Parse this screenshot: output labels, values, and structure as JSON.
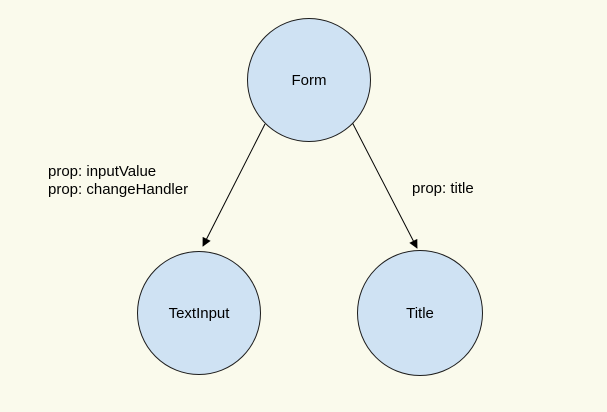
{
  "diagram": {
    "background_color": "#FAFAEC",
    "node_fill_color": "#CFE2F3",
    "node_border_color": "#1C1C1C",
    "edge_color": "#000000",
    "nodes": [
      {
        "id": "form",
        "label": "Form"
      },
      {
        "id": "textinput",
        "label": "TextInput"
      },
      {
        "id": "title",
        "label": "Title"
      }
    ],
    "edges": [
      {
        "from": "Form",
        "to": "TextInput",
        "labels": [
          "prop: inputValue",
          "prop: changeHandler"
        ]
      },
      {
        "from": "Form",
        "to": "Title",
        "labels": [
          "prop: title"
        ]
      }
    ]
  }
}
